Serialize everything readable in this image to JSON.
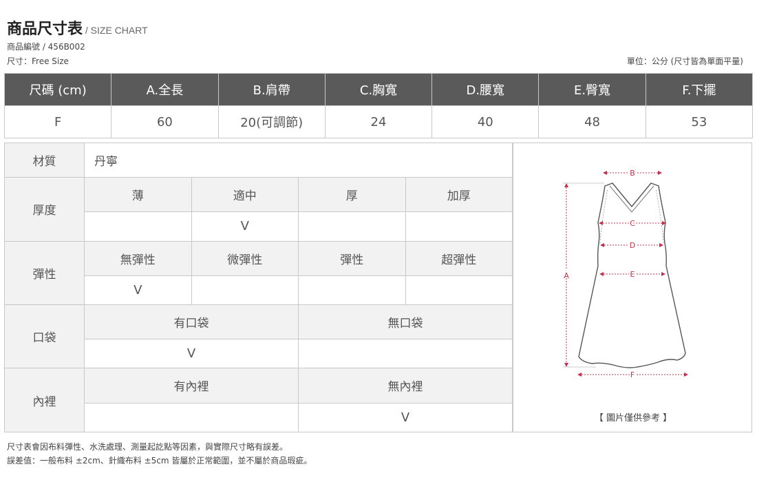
{
  "header": {
    "title": "商品尺寸表",
    "subtitle": " / SIZE CHART",
    "product_code": "商品編號  /  456B002",
    "size": "尺寸：Free Size",
    "unit": "單位：公分 (尺寸皆為單面平量)"
  },
  "size_table": {
    "headers": [
      "尺碼 (cm)",
      "A.全長",
      "B.肩帶",
      "C.胸寬",
      "D.腰寬",
      "E.臀寬",
      "F.下擺"
    ],
    "rows": [
      [
        "F",
        "60",
        "20(可調節)",
        "24",
        "40",
        "48",
        "53"
      ]
    ]
  },
  "details": {
    "material_label": "材質",
    "material_value": "丹寧",
    "thickness": {
      "label": "厚度",
      "options": [
        "薄",
        "適中",
        "厚",
        "加厚"
      ],
      "selected": 1
    },
    "elasticity": {
      "label": "彈性",
      "options": [
        "無彈性",
        "微彈性",
        "彈性",
        "超彈性"
      ],
      "selected": 0
    },
    "pocket": {
      "label": "口袋",
      "options": [
        "有口袋",
        "無口袋"
      ],
      "selected": 0
    },
    "lining": {
      "label": "內裡",
      "options": [
        "有內裡",
        "無內裡"
      ],
      "selected": 1
    },
    "check_mark": "V"
  },
  "diagram": {
    "labels": {
      "a": "A",
      "b": "B",
      "c": "C",
      "d": "D",
      "e": "E",
      "f": "F"
    },
    "note": "【 圖片僅供參考 】",
    "measure_color": "#c0304a"
  },
  "notes": {
    "line1": "尺寸表會因布料彈性、水洗處理、測量起訖點等因素，與實際尺寸略有誤差。",
    "line2": "誤差值：一般布料 ±2cm、針織布料 ±5cm 皆屬於正常範圍，並不屬於商品瑕疵。"
  }
}
